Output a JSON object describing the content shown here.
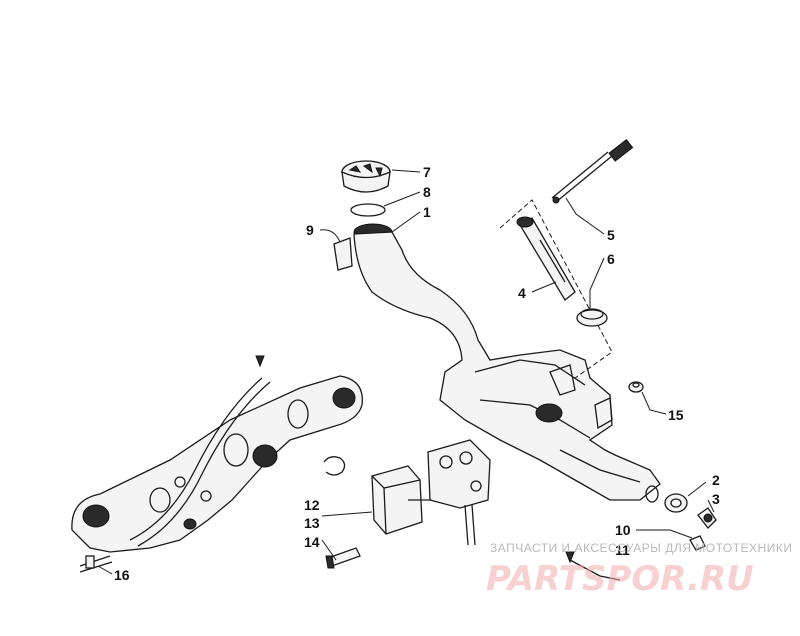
{
  "callouts": {
    "c1": "1",
    "c2": "2",
    "c3": "3",
    "c4": "4",
    "c5": "5",
    "c6": "6",
    "c7": "7",
    "c8": "8",
    "c9": "9",
    "c10": "10",
    "c11": "11",
    "c12": "12",
    "c13": "13",
    "c14": "14",
    "c15": "15",
    "c16": "16"
  },
  "watermark": {
    "tagline": "ЗАПЧАСТИ И АКСЕССУАРЫ ДЛЯ МОТОТЕХНИКИ",
    "brand": "PARTSPOR.RU",
    "brand_color": "#e8545b"
  }
}
